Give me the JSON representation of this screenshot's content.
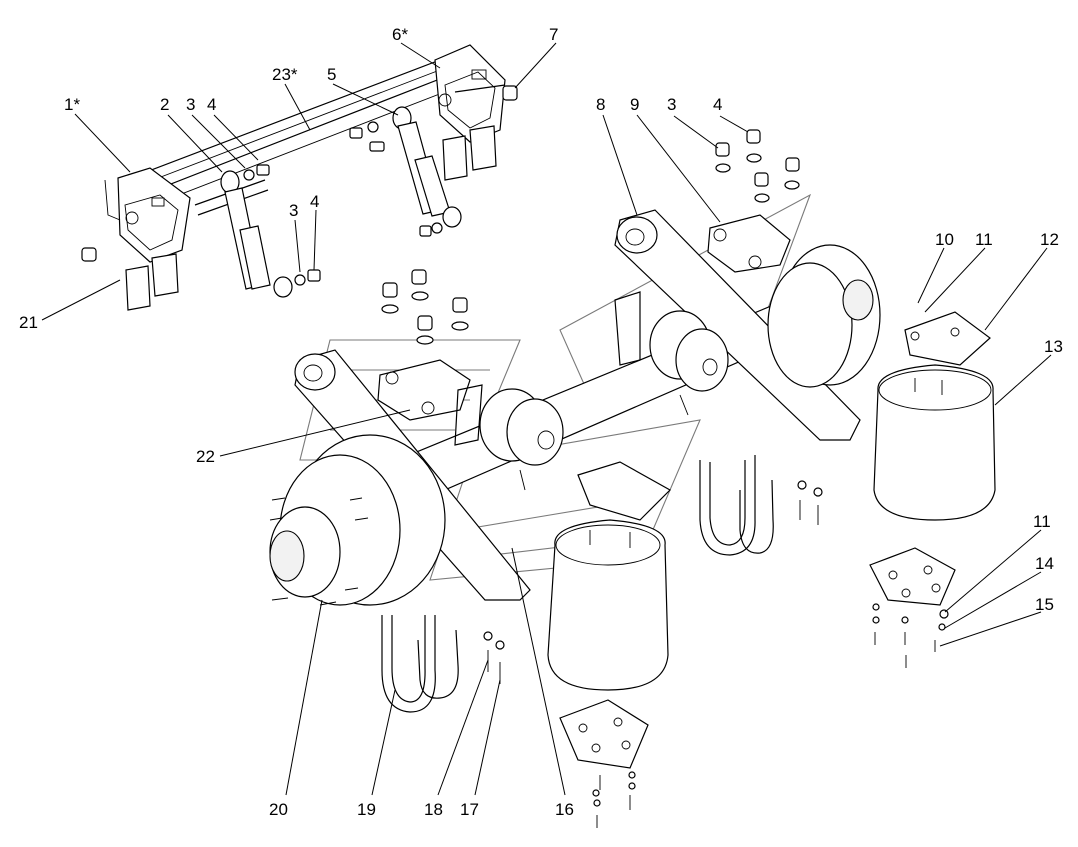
{
  "labels": {
    "l1": "1*",
    "l2": "2",
    "l3a": "3",
    "l4a": "4",
    "l23": "23*",
    "l5": "5",
    "l6": "6*",
    "l7": "7",
    "l3b": "3",
    "l4b": "4",
    "l21": "21",
    "l8": "8",
    "l9": "9",
    "l3c": "3",
    "l4c": "4",
    "l10": "10",
    "l11a": "11",
    "l12": "12",
    "l13": "13",
    "l22": "22",
    "l11b": "11",
    "l14": "14",
    "l15": "15",
    "l20": "20",
    "l19": "19",
    "l18": "18",
    "l17": "17",
    "l16": "16"
  }
}
